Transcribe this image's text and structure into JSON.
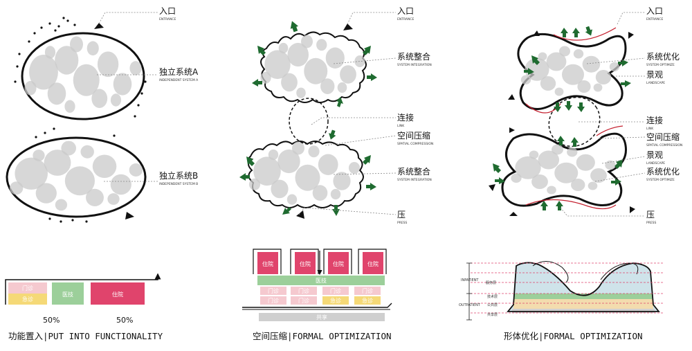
{
  "panel1": {
    "entrance": "入口",
    "entrance_en": "ENTRANCE",
    "system_a": "独立系统A",
    "system_a_en": "INDEPENDENT SYSTEM A",
    "system_b": "独立系统B",
    "system_b_en": "INDEPENDENT SYSTEM B",
    "blocks": {
      "clinic": "门诊",
      "emergency": "急诊",
      "medtech": "医技",
      "ward": "住院"
    },
    "pct1": "50%",
    "pct2": "50%",
    "caption": "功能置入|PUT INTO FUNCTIONALITY"
  },
  "panel2": {
    "entrance": "入口",
    "entrance_en": "ENTRANCE",
    "integrate1": "系统整合",
    "integrate1_en": "SYSTEM INTEGRATION",
    "link": "连接",
    "link_en": "LINK",
    "compress": "空间压缩",
    "compress_en": "SPATIAL COMPRESSION",
    "integrate2": "系统整合",
    "integrate2_en": "SYSTEM INTEGRATION",
    "press": "压",
    "press_en": "PRESS",
    "blocks": {
      "ward": "住院",
      "medtech": "医技",
      "clinic": "门诊",
      "emergency": "急诊",
      "shared": "共享"
    },
    "caption": "空间压缩|FORMAL OPTIMIZATION"
  },
  "panel3": {
    "entrance": "入口",
    "entrance_en": "ENTRANCE",
    "optimize1": "系统优化",
    "optimize1_en": "SYSTEM OPTIMIZE",
    "landscape1": "景观",
    "landscape1_en": "LANDSCAPE",
    "link": "连接",
    "link_en": "LINK",
    "compress": "空间压缩",
    "compress_en": "SPATIAL COMPRESSION",
    "landscape2": "景观",
    "landscape2_en": "LANDSCAPE",
    "optimize2": "系统优化",
    "optimize2_en": "SYSTEM OPTIMIZE",
    "press": "压",
    "press_en": "PRESS",
    "levels": {
      "inpatient": "INPATIENT",
      "outpatient": "OUTPATIENT",
      "service": "服务层",
      "tech": "技术层",
      "public": "公共层",
      "shared": "共享层"
    },
    "caption": "形体优化|FORMAL OPTIMIZATION"
  },
  "colors": {
    "clinic": "#f5c9cf",
    "emergency": "#f5d977",
    "medtech": "#9ccf9a",
    "ward": "#e0446c",
    "shared": "#cfcfcf",
    "arrow": "#1f6b30"
  }
}
